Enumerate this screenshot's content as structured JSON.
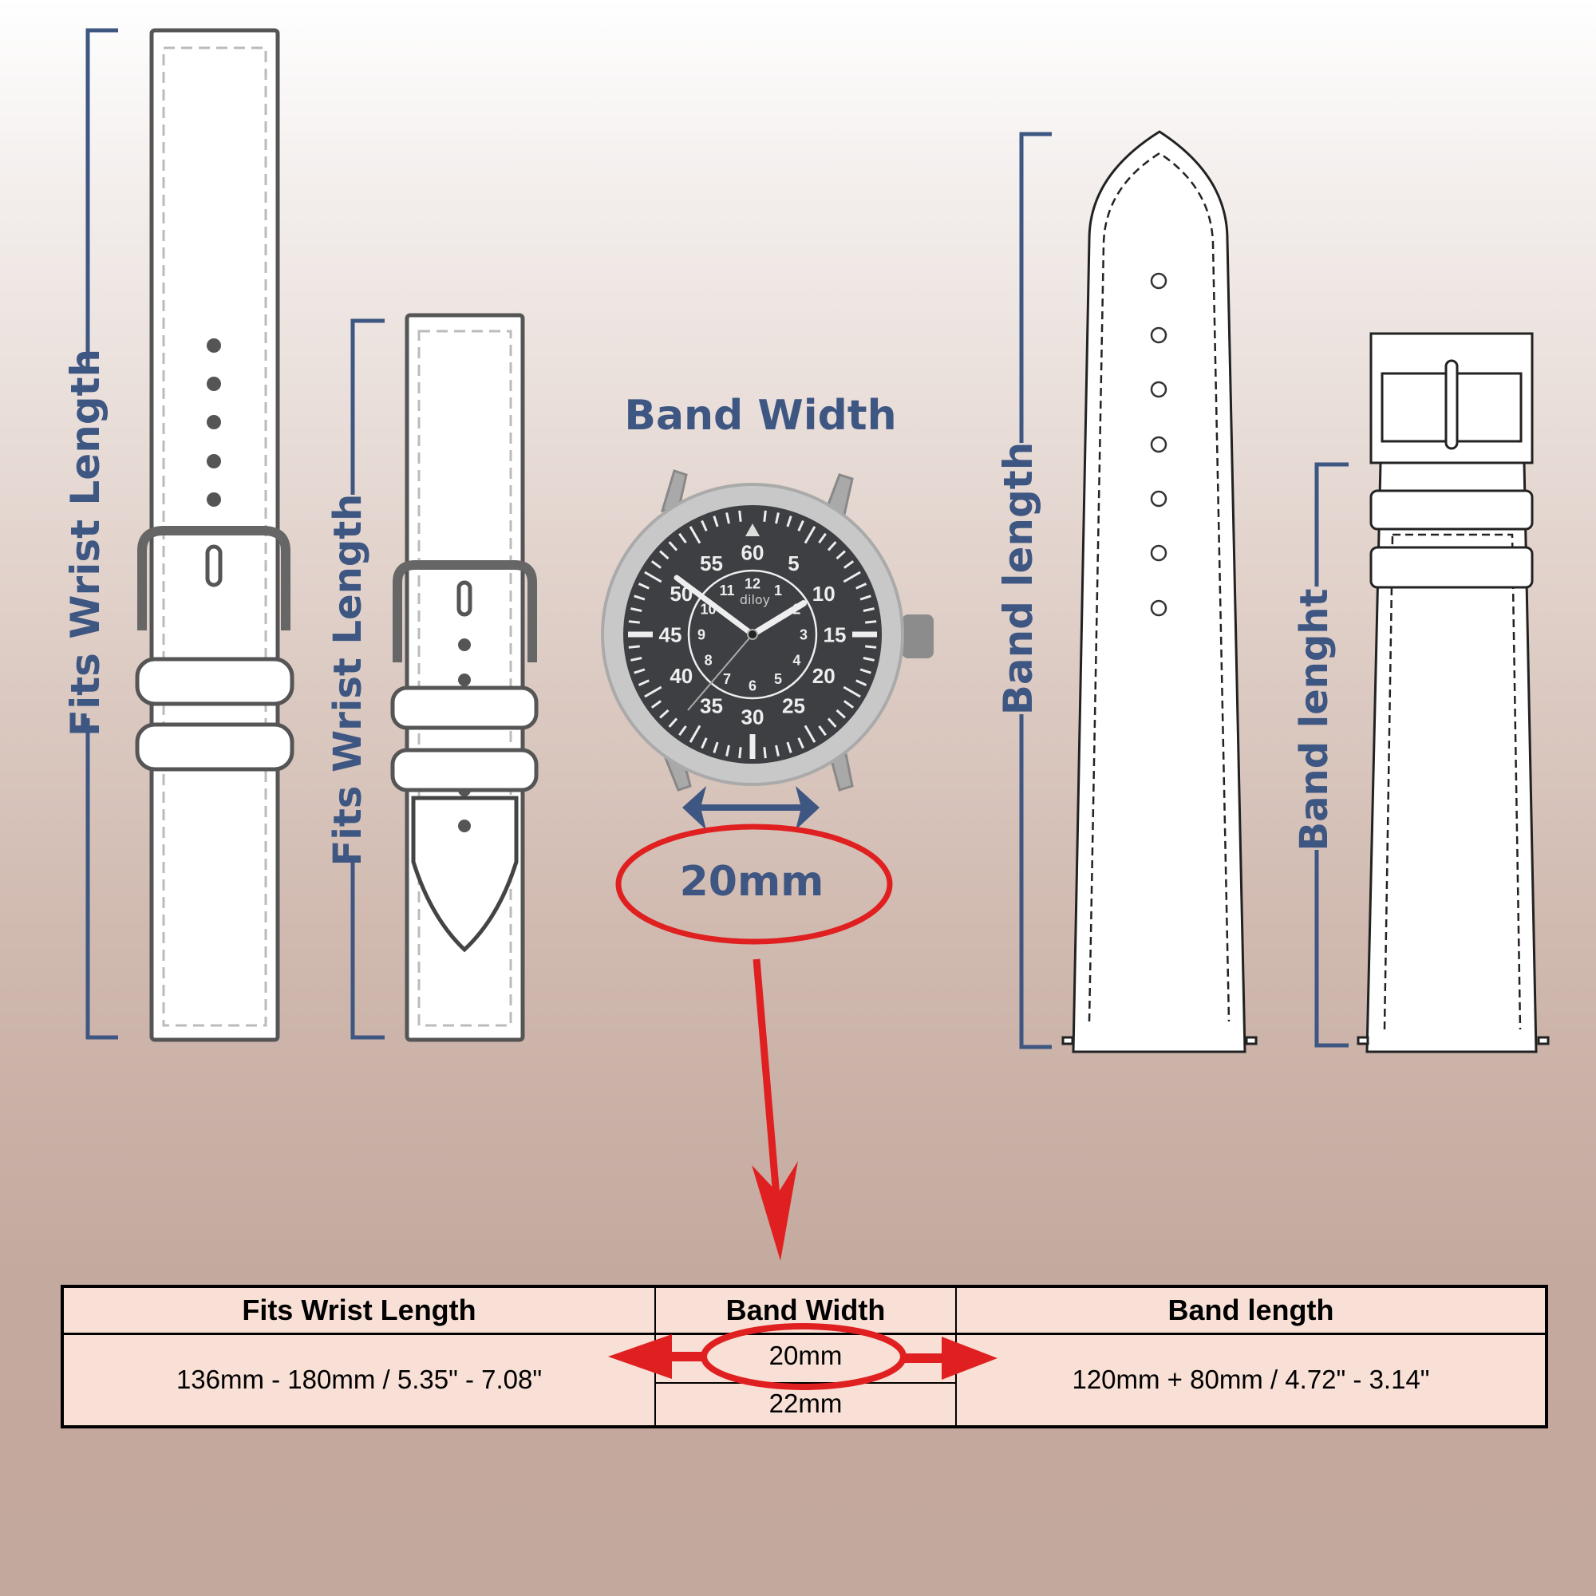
{
  "diagram": {
    "left_straps": [
      {
        "label": "Fits Wrist Length"
      },
      {
        "label": "Fits Wrist Length"
      }
    ],
    "right_straps": [
      {
        "label": "Band length"
      },
      {
        "label": "Band lenght"
      }
    ],
    "band_width_title": "Band Width",
    "band_width_value": "20mm",
    "watch": {
      "brand": "diloy",
      "minute_numbers": [
        "60",
        "5",
        "10",
        "15",
        "20",
        "25",
        "30",
        "35",
        "40",
        "45",
        "50",
        "55"
      ],
      "hour_numbers": [
        "12",
        "1",
        "2",
        "3",
        "4",
        "5",
        "6",
        "7",
        "8",
        "9",
        "10",
        "11"
      ]
    },
    "colors": {
      "label_blue": "#3e5682",
      "highlight_red": "#e02020",
      "table_bg": "#f8e0d6"
    }
  },
  "table": {
    "headers": [
      "Fits Wrist Length",
      "Band Width",
      "Band length"
    ],
    "wrist_length": "136mm - 180mm / 5.35\" - 7.08\"",
    "band_widths": [
      "20mm",
      "22mm"
    ],
    "band_length": "120mm + 80mm / 4.72\" - 3.14\""
  }
}
